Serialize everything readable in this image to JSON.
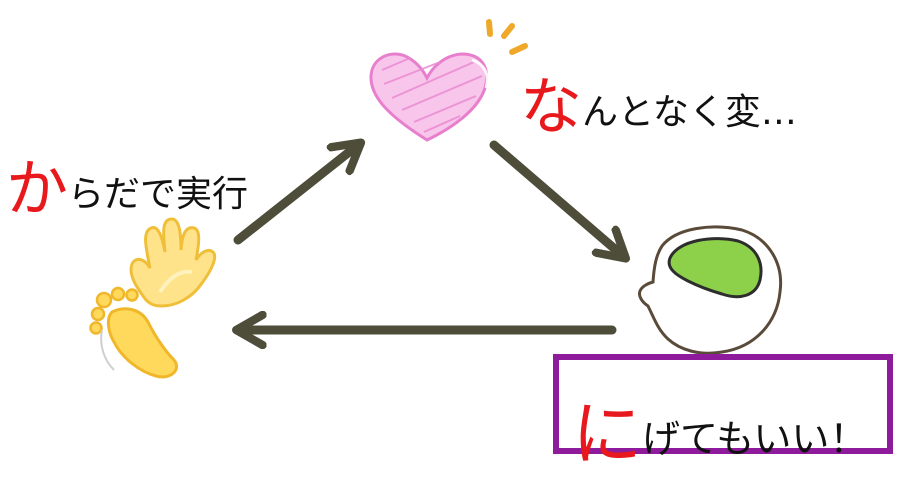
{
  "labels": {
    "body": {
      "first_char": "か",
      "rest": "らだで実行"
    },
    "heart": {
      "first_char": "な",
      "rest": "んとなく変…"
    },
    "escape": {
      "first_char": "に",
      "rest": "げてもいい！"
    }
  },
  "icons": [
    "hand-and-foot-icon",
    "heart-icon",
    "head-brain-icon"
  ],
  "colors": {
    "arrow": "#4d4d3a",
    "highlight_char": "#e8191c",
    "box_border": "#8e1b9b",
    "heart": "#f29ad8",
    "brain": "#8dd04a",
    "hand_foot": "#ffd95c"
  }
}
